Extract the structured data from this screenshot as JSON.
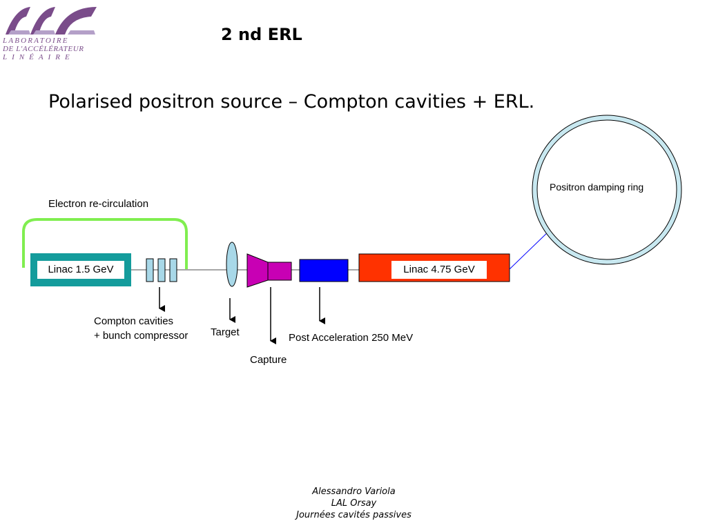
{
  "header": {
    "logo_lines": [
      "LABORATOIRE",
      "DE L'ACCÉLÉRATEUR",
      "LINÉAIRE"
    ],
    "title": "2 nd ERL"
  },
  "subtitle": "Polarised positron source – Compton cavities + ERL.",
  "diagram": {
    "recirculation_label": "Electron re-circulation",
    "linac1_label": "Linac 1.5 GeV",
    "linac2_label": "Linac 4.75 GeV",
    "ring_label": "Positron damping ring",
    "compton_label_line1": "Compton cavities",
    "compton_label_line2": "+ bunch compressor",
    "target_label": "Target",
    "capture_label": "Capture",
    "post_accel_label": "Post Acceleration 250 MeV"
  },
  "colors": {
    "recirculation": "#80ee50",
    "linac1": "#149c9c",
    "cavities": "#a8d8e8",
    "target": "#a8d8e8",
    "capture": "#c800b4",
    "post_accel": "#0000ff",
    "linac2": "#ff3200",
    "ring": "#c8e8f0"
  },
  "footer": {
    "line1": "Alessandro Variola",
    "line2": "LAL Orsay",
    "line3": "Journées cavités passives"
  }
}
